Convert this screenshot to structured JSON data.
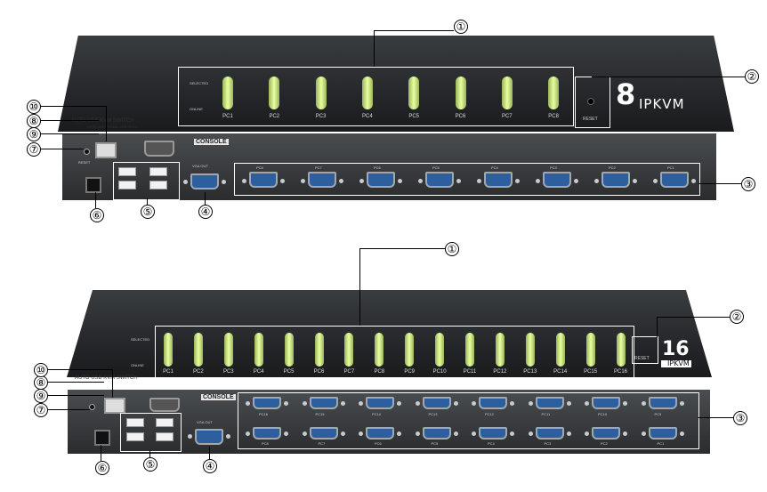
{
  "callouts": [
    "①",
    "②",
    "③",
    "④",
    "⑤",
    "⑥",
    "⑦",
    "⑧",
    "⑨",
    "⑩"
  ],
  "unit8": {
    "selected": "SELECTED",
    "online": "ONLINE",
    "pcs": [
      "PC1",
      "PC2",
      "PC3",
      "PC4",
      "PC5",
      "PC6",
      "PC7",
      "PC8"
    ],
    "reset": "RESET",
    "model_num": "8",
    "model_text": "IPKVM",
    "auto_switch": "AUTO USB KVM SWITCH",
    "auto_sub": "WITH ADDITIONAL USB HUBS",
    "console": "CONSOLE",
    "vga_out": "VGA OUT",
    "reset_small": "RESET",
    "ports": [
      "PC8",
      "PC7",
      "PC6",
      "PC5",
      "PC4",
      "PC3",
      "PC2",
      "PC1"
    ]
  },
  "unit16": {
    "selected": "SELECTED",
    "online": "ONLINE",
    "pcs": [
      "PC1",
      "PC2",
      "PC3",
      "PC4",
      "PC5",
      "PC6",
      "PC7",
      "PC8",
      "PC9",
      "PC10",
      "PC11",
      "PC12",
      "PC13",
      "PC14",
      "PC15",
      "PC16"
    ],
    "reset": "RESET",
    "model_num": "16",
    "model_text": "IPKVM",
    "auto_switch": "AUTO USB KVM SWITCH",
    "console": "CONSOLE",
    "vga_out": "VGA OUT",
    "ports_top": [
      "PC16",
      "PC15",
      "PC14",
      "PC13",
      "PC12",
      "PC11",
      "PC10",
      "PC9"
    ],
    "ports_bottom": [
      "PC8",
      "PC7",
      "PC6",
      "PC5",
      "PC4",
      "PC3",
      "PC2",
      "PC1"
    ]
  }
}
